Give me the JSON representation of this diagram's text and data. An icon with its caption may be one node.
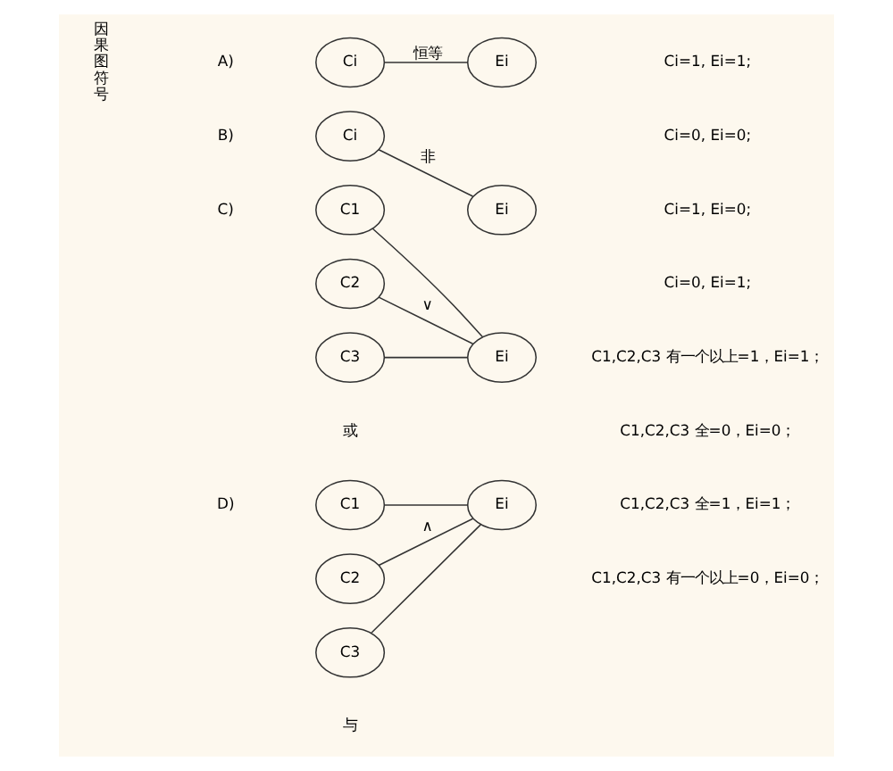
{
  "diagram": {
    "nodes": [
      {
        "text": [
          "Ci"
        ]
      },
      {
        "text": [
          "Ei"
        ]
      },
      {
        "text": [
          "Ci"
        ]
      },
      {
        "text": [
          "Ei"
        ]
      },
      {
        "text": [
          "C1"
        ]
      },
      {
        "text": [
          "C2"
        ]
      },
      {
        "text": [
          "C3"
        ]
      },
      {
        "text": [
          "Ei"
        ]
      },
      {
        "text": [
          "C1"
        ]
      },
      {
        "text": [
          "C2"
        ]
      },
      {
        "text": [
          "C3"
        ]
      },
      {
        "text": [
          "Ei"
        ]
      }
    ],
    "edges": [
      {
        "from": 0,
        "to": 1,
        "arrow": "none",
        "label": "恒等"
      },
      {
        "from": 2,
        "to": 3,
        "arrow": "none",
        "label": "非"
      },
      {
        "from": 4,
        "to": 7,
        "arrow": "none"
      },
      {
        "from": 5,
        "to": 7,
        "arrow": "none",
        "label": "∨"
      },
      {
        "from": 6,
        "to": 7,
        "arrow": "none"
      },
      {
        "from": 8,
        "to": 11,
        "arrow": "none"
      },
      {
        "from": 9,
        "to": 11,
        "arrow": "none",
        "label": "∧"
      },
      {
        "from": 10,
        "to": 11,
        "arrow": "none"
      }
    ],
    "labels": [
      "A)",
      "Ci=1, Ei=1;",
      "Ci=0, Ei=0;",
      "B)",
      "Ci=1, Ei=0;",
      "Ci=0, Ei=1;",
      "因果图符号",
      "C)",
      "C1,C2,C3 有一个以上=1，Ei=1；",
      "C1,C2,C3 全=0，Ei=0；",
      "或",
      "D)",
      "C1,C2,C3 全=1，Ei=1；",
      "C1,C2,C3 有一个以上=0，Ei=0；",
      "与"
    ]
  }
}
